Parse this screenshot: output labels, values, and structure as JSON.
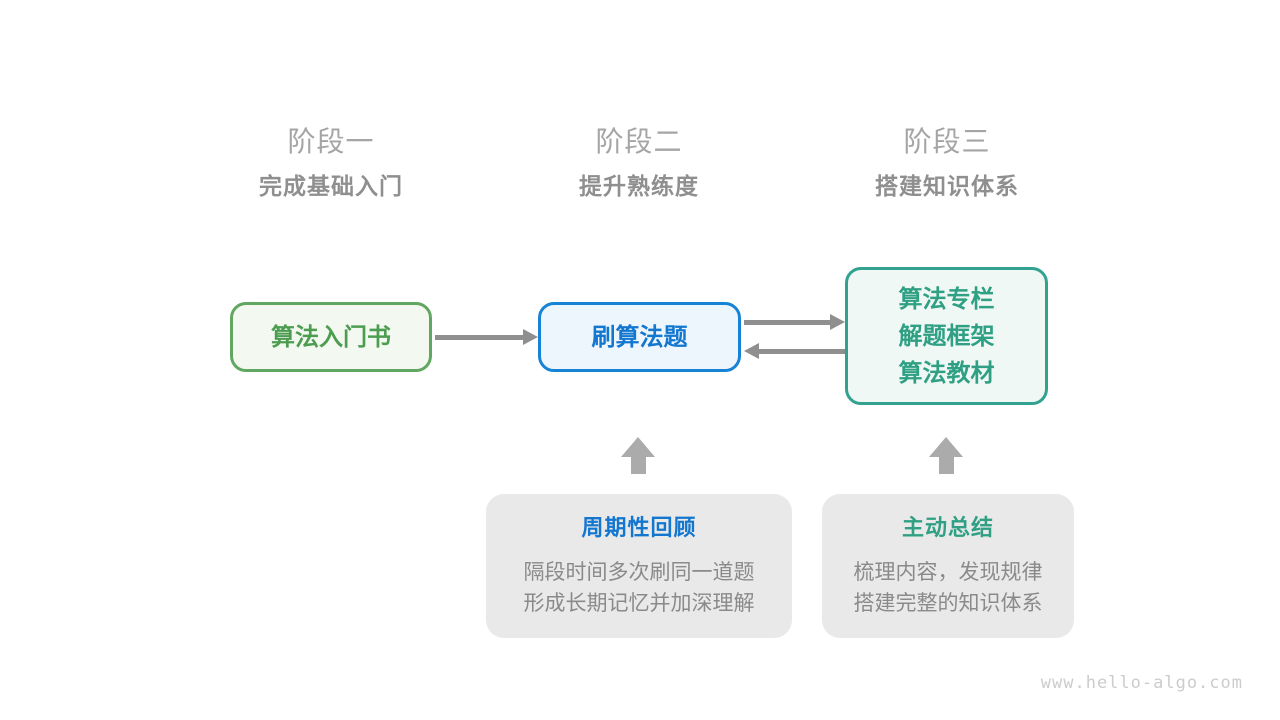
{
  "figure": {
    "stages": [
      {
        "title": "阶段一",
        "subtitle": "完成基础入门"
      },
      {
        "title": "阶段二",
        "subtitle": "提升熟练度"
      },
      {
        "title": "阶段三",
        "subtitle": "搭建知识体系"
      }
    ],
    "nodes": {
      "intro_book": {
        "label": "算法入门书"
      },
      "practice": {
        "label": "刷算法题"
      },
      "resources": {
        "lines": [
          "算法专栏",
          "解题框架",
          "算法教材"
        ]
      }
    },
    "callouts": [
      {
        "title": "周期性回顾",
        "lines": [
          "隔段时间多次刷同一道题",
          "形成长期记忆并加深理解"
        ]
      },
      {
        "title": "主动总结",
        "lines": [
          "梳理内容，发现规律",
          "搭建完整的知识体系"
        ]
      }
    ],
    "watermark": "www.hello-algo.com",
    "colors": {
      "green_border": "#61A761",
      "green_fill": "#F3F9F0",
      "green_text": "#4D9D51",
      "blue_border": "#1783D4",
      "blue_fill": "#EDF6FD",
      "blue_text": "#1376CF",
      "teal_border": "#33A18F",
      "teal_fill": "#F0F8F5",
      "teal_text": "#2FA083",
      "callout_bg": "#E9E9E9",
      "body_text": "#8A8A8A",
      "stage_title_text": "#A5A5A5",
      "stage_subtitle_text": "#8F8F8F",
      "arrow": "#8F8F8F",
      "block_arrow": "#ABABAB",
      "watermark_text": "#CCCCCC"
    }
  }
}
